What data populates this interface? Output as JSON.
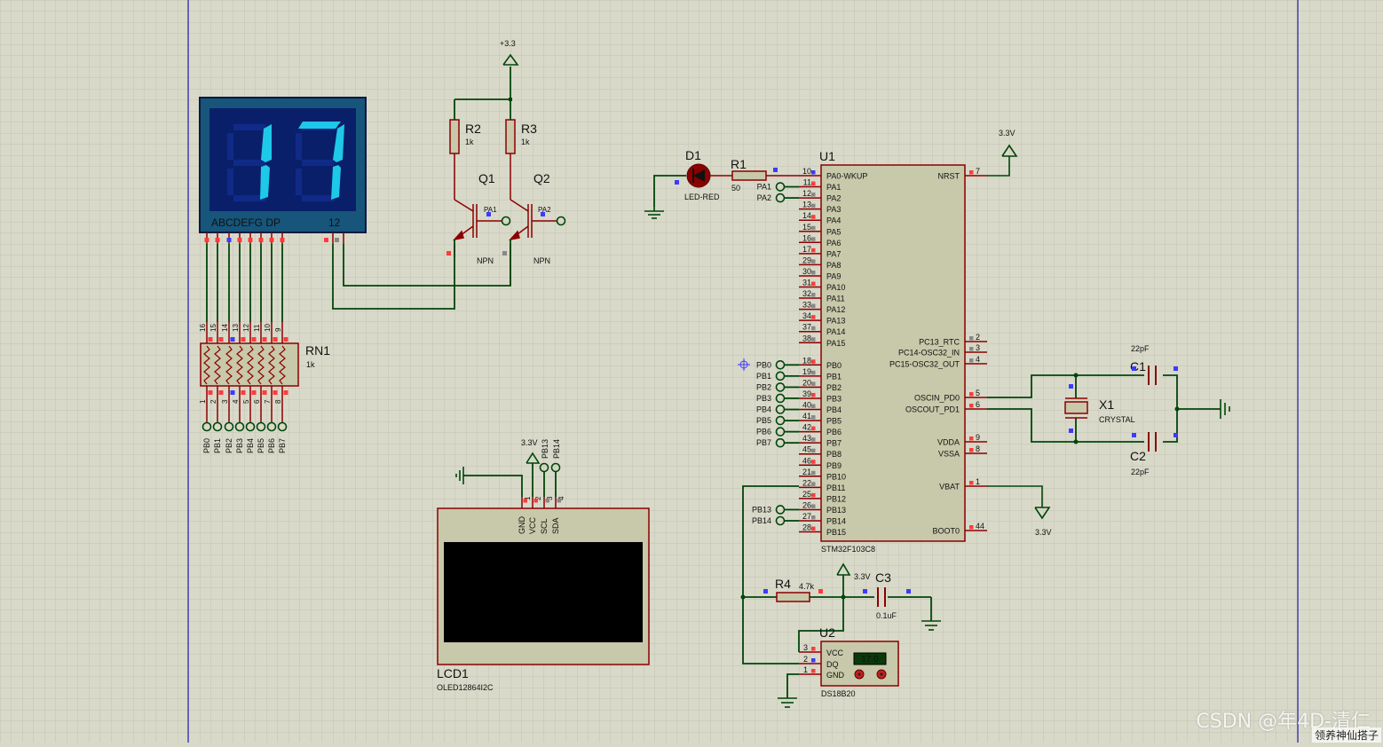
{
  "colors": {
    "grid": "#c3c3b3",
    "background": "#d9d9c9",
    "wire": "#00460a",
    "part": "#8b0000",
    "chip": "#c8c8aa",
    "pin_red": "#ff3b3b",
    "pin_blue": "#3b3bff",
    "segment_on": "#1ec8e8",
    "segment_bg": "#0a1f6a",
    "lcd_bg": "#000000",
    "sheet_border": "#2020b0"
  },
  "seven_segment": {
    "digits": "17",
    "segment_label": "ABCDEFG DP",
    "common_label": "12"
  },
  "rn1": {
    "ref": "RN1",
    "value": "1k",
    "top_pins": [
      "16",
      "15",
      "14",
      "13",
      "12",
      "11",
      "10",
      "9"
    ],
    "bottom_pins": [
      "1",
      "2",
      "3",
      "4",
      "5",
      "6",
      "7",
      "8"
    ],
    "net_labels": [
      "PB0",
      "PB1",
      "PB2",
      "PB3",
      "PB4",
      "PB5",
      "PB6",
      "PB7"
    ]
  },
  "supply_top": {
    "label": "+3.3"
  },
  "r2": {
    "ref": "R2",
    "value": "1k"
  },
  "r3": {
    "ref": "R3",
    "value": "1k"
  },
  "q1": {
    "ref": "Q1",
    "type": "NPN",
    "base_label": "PA1"
  },
  "q2": {
    "ref": "Q2",
    "type": "NPN",
    "base_label": "PA2"
  },
  "d1": {
    "ref": "D1",
    "value": "LED-RED"
  },
  "r1": {
    "ref": "R1",
    "value": "50",
    "nets": [
      "PA1",
      "PA2"
    ]
  },
  "u1": {
    "ref": "U1",
    "part": "STM32F103C8",
    "left_pins": [
      {
        "num": "10",
        "name": "PA0-WKUP"
      },
      {
        "num": "11",
        "name": "PA1"
      },
      {
        "num": "12",
        "name": "PA2"
      },
      {
        "num": "13",
        "name": "PA3"
      },
      {
        "num": "14",
        "name": "PA4"
      },
      {
        "num": "15",
        "name": "PA5"
      },
      {
        "num": "16",
        "name": "PA6"
      },
      {
        "num": "17",
        "name": "PA7"
      },
      {
        "num": "29",
        "name": "PA8"
      },
      {
        "num": "30",
        "name": "PA9"
      },
      {
        "num": "31",
        "name": "PA10"
      },
      {
        "num": "32",
        "name": "PA11"
      },
      {
        "num": "33",
        "name": "PA12"
      },
      {
        "num": "34",
        "name": "PA13"
      },
      {
        "num": "37",
        "name": "PA14"
      },
      {
        "num": "38",
        "name": "PA15"
      },
      {
        "num": "18",
        "name": "PB0"
      },
      {
        "num": "19",
        "name": "PB1"
      },
      {
        "num": "20",
        "name": "PB2"
      },
      {
        "num": "39",
        "name": "PB3"
      },
      {
        "num": "40",
        "name": "PB4"
      },
      {
        "num": "41",
        "name": "PB5"
      },
      {
        "num": "42",
        "name": "PB6"
      },
      {
        "num": "43",
        "name": "PB7"
      },
      {
        "num": "45",
        "name": "PB8"
      },
      {
        "num": "46",
        "name": "PB9"
      },
      {
        "num": "21",
        "name": "PB10"
      },
      {
        "num": "22",
        "name": "PB11"
      },
      {
        "num": "25",
        "name": "PB12"
      },
      {
        "num": "26",
        "name": "PB13"
      },
      {
        "num": "27",
        "name": "PB14"
      },
      {
        "num": "28",
        "name": "PB15"
      }
    ],
    "right_pins": [
      {
        "num": "7",
        "name": "NRST"
      },
      {
        "num": "2",
        "name": "PC13_RTC"
      },
      {
        "num": "3",
        "name": "PC14-OSC32_IN"
      },
      {
        "num": "4",
        "name": "PC15-OSC32_OUT"
      },
      {
        "num": "5",
        "name": "OSCIN_PD0"
      },
      {
        "num": "6",
        "name": "OSCOUT_PD1"
      },
      {
        "num": "9",
        "name": "VDDA"
      },
      {
        "num": "8",
        "name": "VSSA"
      },
      {
        "num": "1",
        "name": "VBAT"
      },
      {
        "num": "44",
        "name": "BOOT0"
      }
    ],
    "left_nets": [
      "PB0",
      "PB1",
      "PB2",
      "PB3",
      "PB4",
      "PB5",
      "PB6",
      "PB7",
      "PB13",
      "PB14"
    ],
    "nrst_power": "3.3V",
    "vbat_power": "3.3V"
  },
  "x1": {
    "ref": "X1",
    "value": "CRYSTAL"
  },
  "c1": {
    "ref": "C1",
    "value": "22pF"
  },
  "c2": {
    "ref": "C2",
    "value": "22pF"
  },
  "lcd1": {
    "ref": "LCD1",
    "part": "OLED12864I2C",
    "pin_nums": [
      "1",
      "2",
      "3",
      "4"
    ],
    "pin_names": [
      "GND",
      "VCC",
      "SCL",
      "SDA"
    ],
    "power_label": "3.3V",
    "net_labels": [
      "PB13",
      "PB14"
    ]
  },
  "r4": {
    "ref": "R4",
    "value": "4.7k"
  },
  "c3": {
    "ref": "C3",
    "value": "0.1uF",
    "power_label": "3.3V"
  },
  "u2": {
    "ref": "U2",
    "part": "DS18B20",
    "reading": "17.0",
    "pin_nums": [
      "3",
      "2",
      "1"
    ],
    "pin_names": [
      "VCC",
      "DQ",
      "GND"
    ]
  },
  "watermark": {
    "text": "CSDN @年4D-清仁",
    "caption": "领养神仙搭子"
  }
}
